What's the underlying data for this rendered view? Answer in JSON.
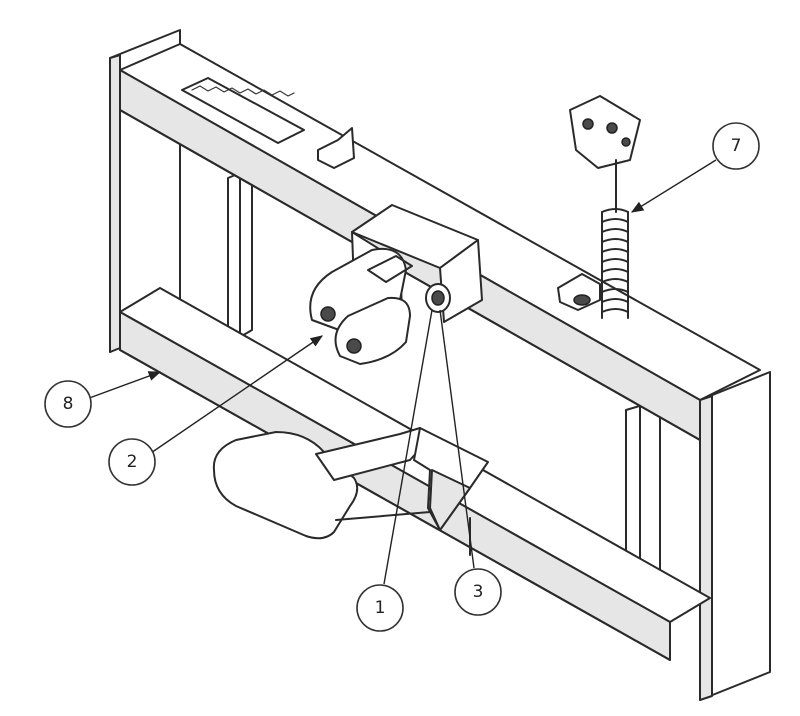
{
  "callouts": {
    "c1": "1",
    "c2": "2",
    "c3": "3",
    "c7": "7",
    "c8": "8"
  },
  "colors": {
    "line": "#2a2a2a",
    "background": "#ffffff",
    "shade": "#e6e6e6"
  }
}
